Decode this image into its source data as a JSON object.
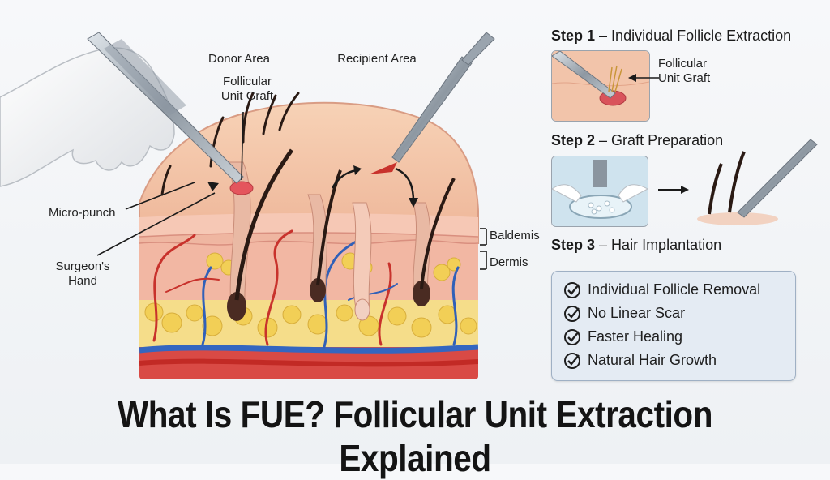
{
  "title": "What Is FUE? Follicular Unit Extraction Explained",
  "diagram_labels": {
    "donor_area": "Donor Area",
    "recipient_area": "Recipient Area",
    "follicular_unit_graft": "Follicular\nUnit Graft",
    "micro_punch": "Micro-punch",
    "surgeons_hand": "Surgeon's\nHand",
    "baldemis": "Baldemis",
    "dermis": "Dermis"
  },
  "steps": [
    {
      "number": "Step 1",
      "name": "– Individual Follicle Extraction",
      "callout": "Follicular\nUnit Graft"
    },
    {
      "number": "Step 2",
      "name": "– Graft Preparation"
    },
    {
      "number": "Step 3",
      "name": "– Hair Implantation"
    }
  ],
  "benefits": [
    "Individual Follicle Removal",
    "No Linear Scar",
    "Faster Healing",
    "Natural Hair Growth"
  ],
  "colors": {
    "skin": "#f3c6a8",
    "dermis": "#f0b7a0",
    "fat": "#f3d66a",
    "artery": "#c8322c",
    "vein": "#3060b8",
    "benefit_box": "#e4ebf3"
  },
  "icons": [
    "check-circle-icon",
    "arrow-icon",
    "micro-punch-tool-icon",
    "glove-hand-icon",
    "microscope-icon",
    "petri-dish-icon",
    "implanter-icon"
  ]
}
